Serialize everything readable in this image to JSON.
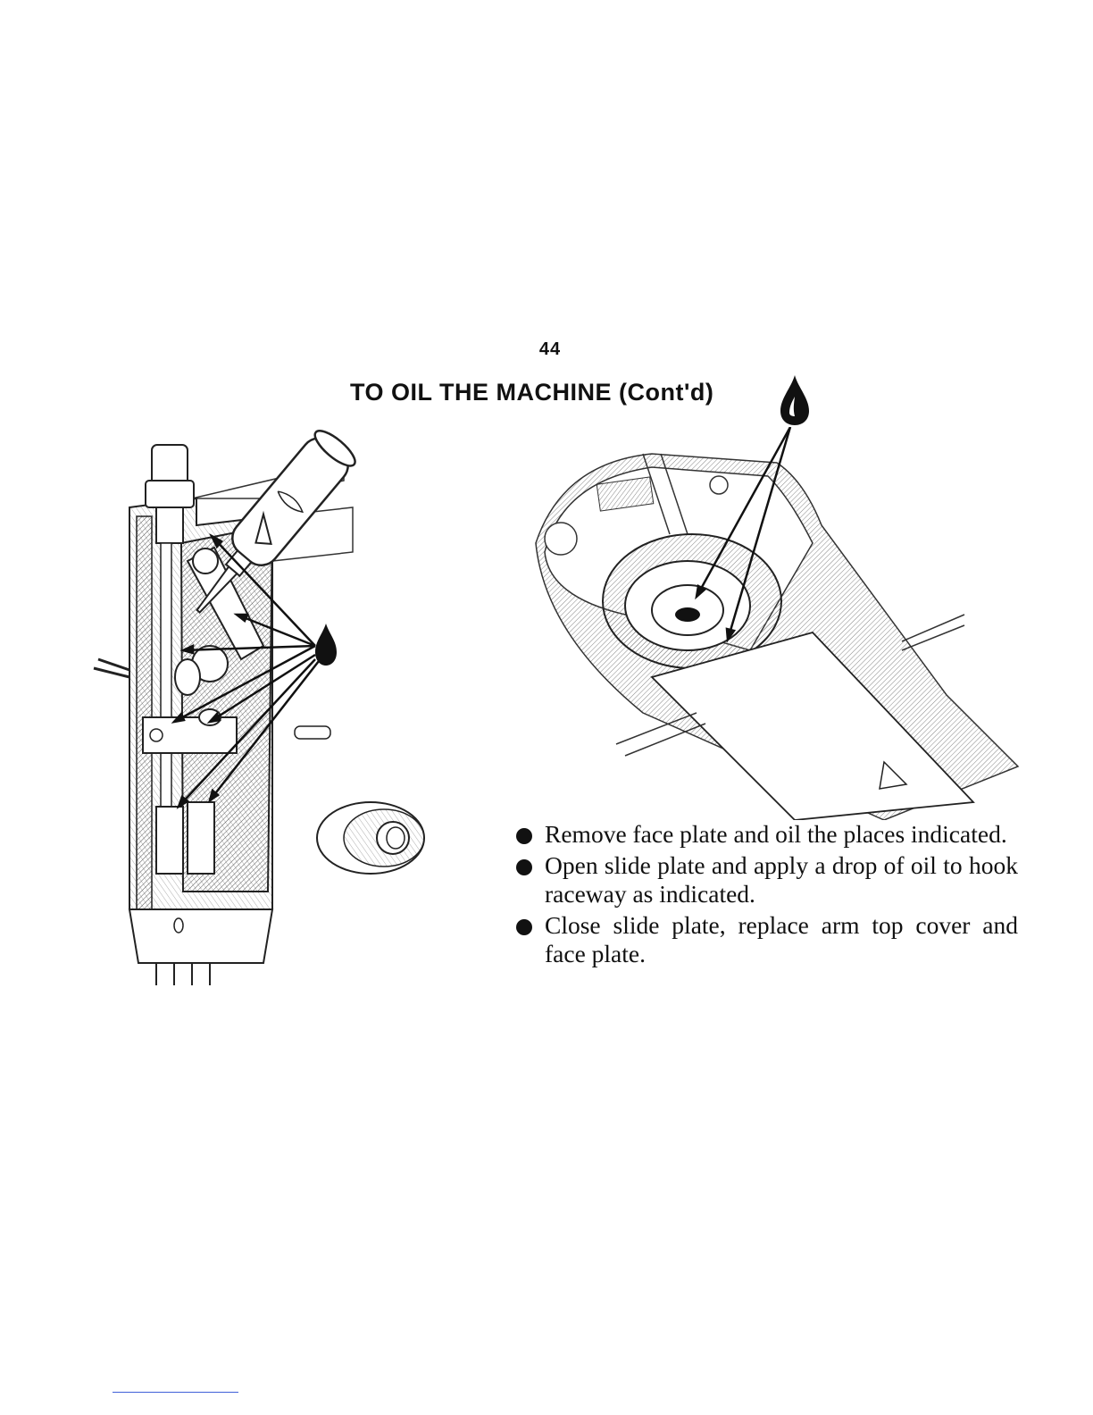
{
  "page": {
    "number": "44",
    "title": "TO OIL THE MACHINE (Cont'd)"
  },
  "icons": {
    "title_drop": "oil-drop-icon",
    "left_drop": "oil-drop-icon",
    "oil_tube": "oil-tube-icon"
  },
  "instructions": [
    "Remove face plate and oil the places indicated.",
    "Open slide plate and apply a drop of oil to hook raceway as indicated.",
    "Close slide plate, replace arm top cover and face plate."
  ],
  "colors": {
    "ink": "#111111",
    "footer_rule": "#4060d8"
  }
}
